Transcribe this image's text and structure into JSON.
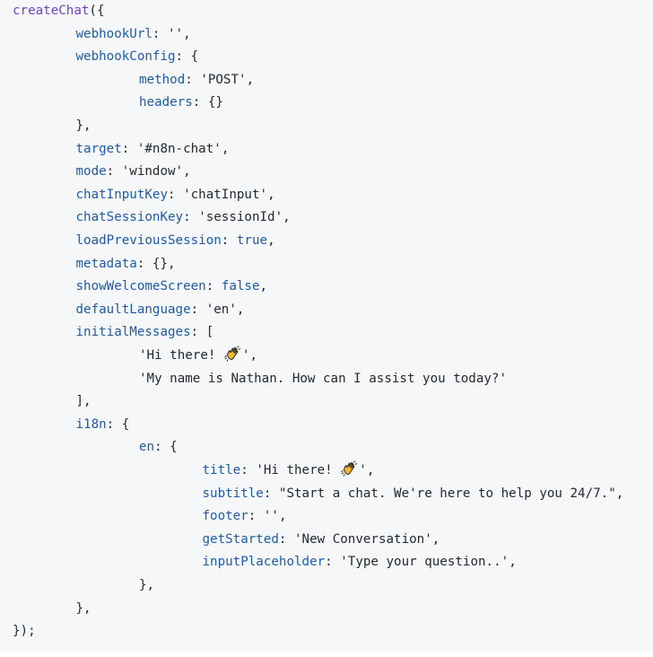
{
  "code": {
    "colors": {
      "background": "#f6f7f8",
      "function": "#6f42c1",
      "property": "#1d5ba8",
      "text": "#24292e"
    },
    "lines": [
      {
        "indent": 0,
        "tokens": [
          {
            "t": "createChat",
            "c": "fn"
          },
          {
            "t": "({",
            "c": "p"
          }
        ]
      },
      {
        "indent": 1,
        "tokens": [
          {
            "t": "webhookUrl",
            "c": "key"
          },
          {
            "t": ": ",
            "c": "p"
          },
          {
            "t": "''",
            "c": "str"
          },
          {
            "t": ",",
            "c": "p"
          }
        ]
      },
      {
        "indent": 1,
        "tokens": [
          {
            "t": "webhookConfig",
            "c": "key"
          },
          {
            "t": ": {",
            "c": "p"
          }
        ]
      },
      {
        "indent": 2,
        "tokens": [
          {
            "t": "method",
            "c": "key"
          },
          {
            "t": ": ",
            "c": "p"
          },
          {
            "t": "'POST'",
            "c": "str"
          },
          {
            "t": ",",
            "c": "p"
          }
        ]
      },
      {
        "indent": 2,
        "tokens": [
          {
            "t": "headers",
            "c": "key"
          },
          {
            "t": ": {}",
            "c": "p"
          }
        ]
      },
      {
        "indent": 1,
        "tokens": [
          {
            "t": "},",
            "c": "p"
          }
        ]
      },
      {
        "indent": 1,
        "tokens": [
          {
            "t": "target",
            "c": "key"
          },
          {
            "t": ": ",
            "c": "p"
          },
          {
            "t": "'#n8n-chat'",
            "c": "str"
          },
          {
            "t": ",",
            "c": "p"
          }
        ]
      },
      {
        "indent": 1,
        "tokens": [
          {
            "t": "mode",
            "c": "key"
          },
          {
            "t": ": ",
            "c": "p"
          },
          {
            "t": "'window'",
            "c": "str"
          },
          {
            "t": ",",
            "c": "p"
          }
        ]
      },
      {
        "indent": 1,
        "tokens": [
          {
            "t": "chatInputKey",
            "c": "key"
          },
          {
            "t": ": ",
            "c": "p"
          },
          {
            "t": "'chatInput'",
            "c": "str"
          },
          {
            "t": ",",
            "c": "p"
          }
        ]
      },
      {
        "indent": 1,
        "tokens": [
          {
            "t": "chatSessionKey",
            "c": "key"
          },
          {
            "t": ": ",
            "c": "p"
          },
          {
            "t": "'sessionId'",
            "c": "str"
          },
          {
            "t": ",",
            "c": "p"
          }
        ]
      },
      {
        "indent": 1,
        "tokens": [
          {
            "t": "loadPreviousSession",
            "c": "key"
          },
          {
            "t": ": ",
            "c": "p"
          },
          {
            "t": "true",
            "c": "lit"
          },
          {
            "t": ",",
            "c": "p"
          }
        ]
      },
      {
        "indent": 1,
        "tokens": [
          {
            "t": "metadata",
            "c": "key"
          },
          {
            "t": ": {},",
            "c": "p"
          }
        ]
      },
      {
        "indent": 1,
        "tokens": [
          {
            "t": "showWelcomeScreen",
            "c": "key"
          },
          {
            "t": ": ",
            "c": "p"
          },
          {
            "t": "false",
            "c": "lit"
          },
          {
            "t": ",",
            "c": "p"
          }
        ]
      },
      {
        "indent": 1,
        "tokens": [
          {
            "t": "defaultLanguage",
            "c": "key"
          },
          {
            "t": ": ",
            "c": "p"
          },
          {
            "t": "'en'",
            "c": "str"
          },
          {
            "t": ",",
            "c": "p"
          }
        ]
      },
      {
        "indent": 1,
        "tokens": [
          {
            "t": "initialMessages",
            "c": "key"
          },
          {
            "t": ": [",
            "c": "p"
          }
        ]
      },
      {
        "indent": 2,
        "tokens": [
          {
            "t": "'Hi there! ",
            "c": "str"
          },
          {
            "emoji": "waving-hand-icon"
          },
          {
            "t": "'",
            "c": "str"
          },
          {
            "t": ",",
            "c": "p"
          }
        ]
      },
      {
        "indent": 2,
        "tokens": [
          {
            "t": "'My name is Nathan. How can I assist you today?'",
            "c": "str"
          }
        ]
      },
      {
        "indent": 1,
        "tokens": [
          {
            "t": "],",
            "c": "p"
          }
        ]
      },
      {
        "indent": 1,
        "tokens": [
          {
            "t": "i18n",
            "c": "key"
          },
          {
            "t": ": {",
            "c": "p"
          }
        ]
      },
      {
        "indent": 2,
        "tokens": [
          {
            "t": "en",
            "c": "key"
          },
          {
            "t": ": {",
            "c": "p"
          }
        ]
      },
      {
        "indent": 3,
        "tokens": [
          {
            "t": "title",
            "c": "key"
          },
          {
            "t": ": ",
            "c": "p"
          },
          {
            "t": "'Hi there! ",
            "c": "str"
          },
          {
            "emoji": "waving-hand-icon"
          },
          {
            "t": "'",
            "c": "str"
          },
          {
            "t": ",",
            "c": "p"
          }
        ]
      },
      {
        "indent": 3,
        "tokens": [
          {
            "t": "subtitle",
            "c": "key"
          },
          {
            "t": ": ",
            "c": "p"
          },
          {
            "t": "\"Start a chat. We're here to help you 24/7.\"",
            "c": "str"
          },
          {
            "t": ",",
            "c": "p"
          }
        ]
      },
      {
        "indent": 3,
        "tokens": [
          {
            "t": "footer",
            "c": "key"
          },
          {
            "t": ": ",
            "c": "p"
          },
          {
            "t": "''",
            "c": "str"
          },
          {
            "t": ",",
            "c": "p"
          }
        ]
      },
      {
        "indent": 3,
        "tokens": [
          {
            "t": "getStarted",
            "c": "key"
          },
          {
            "t": ": ",
            "c": "p"
          },
          {
            "t": "'New Conversation'",
            "c": "str"
          },
          {
            "t": ",",
            "c": "p"
          }
        ]
      },
      {
        "indent": 3,
        "tokens": [
          {
            "t": "inputPlaceholder",
            "c": "key"
          },
          {
            "t": ": ",
            "c": "p"
          },
          {
            "t": "'Type your question..'",
            "c": "str"
          },
          {
            "t": ",",
            "c": "p"
          }
        ]
      },
      {
        "indent": 2,
        "tokens": [
          {
            "t": "},",
            "c": "p"
          }
        ]
      },
      {
        "indent": 1,
        "tokens": [
          {
            "t": "},",
            "c": "p"
          }
        ]
      },
      {
        "indent": 0,
        "tokens": [
          {
            "t": "});",
            "c": "p"
          }
        ]
      }
    ]
  }
}
